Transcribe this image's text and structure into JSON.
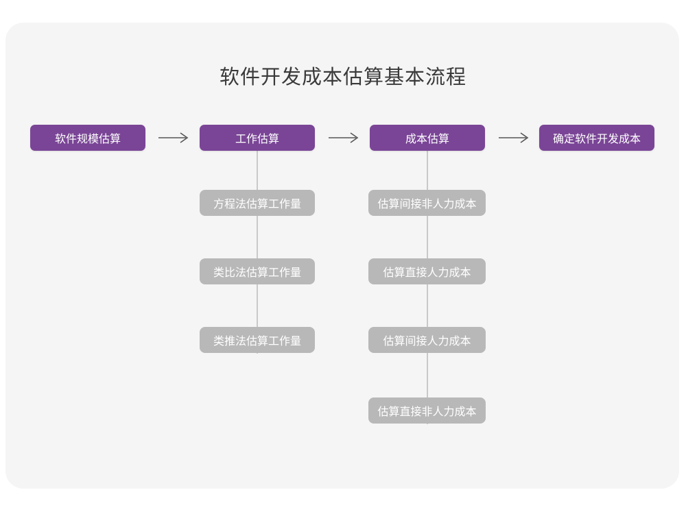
{
  "page": {
    "title": "软件开发成本估算基本流程",
    "background_color": "#ffffff",
    "card_color": "#f5f5f5"
  },
  "theme": {
    "primary_color": "#7a4596",
    "secondary_color": "#b8b8b8",
    "connector_color": "#c9c9c9",
    "arrow_color": "#555555",
    "title_color": "#3a3a3a",
    "node_text_color": "#ffffff"
  },
  "chart_data": {
    "type": "diagram",
    "title": "软件开发成本估算基本流程",
    "orientation": "left-to-right main flow with vertical sub-branches",
    "main_flow": [
      {
        "id": "stage-1",
        "label": "软件规模估算"
      },
      {
        "id": "stage-2",
        "label": "工作估算"
      },
      {
        "id": "stage-3",
        "label": "成本估算"
      },
      {
        "id": "stage-4",
        "label": "确定软件开发成本"
      }
    ],
    "connectors": [
      {
        "from": "stage-1",
        "to": "stage-2",
        "kind": "arrow"
      },
      {
        "from": "stage-2",
        "to": "stage-3",
        "kind": "arrow"
      },
      {
        "from": "stage-3",
        "to": "stage-4",
        "kind": "arrow"
      },
      {
        "from": "stage-2",
        "to": "branch-2",
        "kind": "vertical-line"
      },
      {
        "from": "stage-3",
        "to": "branch-3",
        "kind": "vertical-line"
      }
    ],
    "branches": [
      {
        "parent": "stage-2",
        "parent_label": "工作估算",
        "items": [
          "方程法估算工作量",
          "类比法估算工作量",
          "类推法估算工作量"
        ]
      },
      {
        "parent": "stage-3",
        "parent_label": "成本估算",
        "items": [
          "估算间接非人力成本",
          "估算直接人力成本",
          "估算间接人力成本",
          "估算直接非人力成本"
        ]
      }
    ]
  },
  "arrows": {
    "glyph": "arrow-right",
    "count": 3
  }
}
